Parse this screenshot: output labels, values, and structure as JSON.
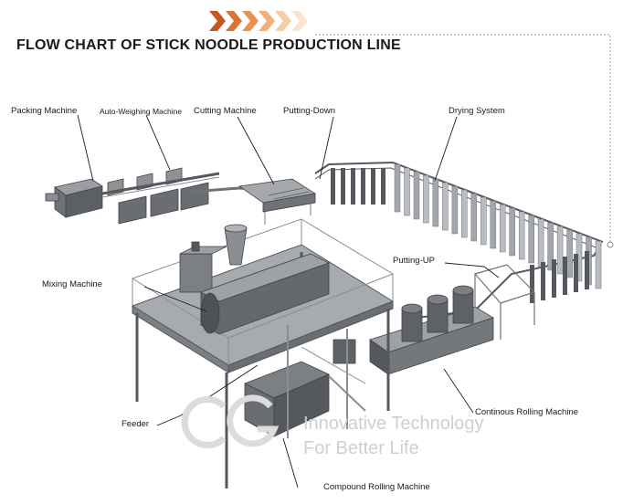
{
  "title": "FLOW CHART OF STICK NOODLE PRODUCTION LINE",
  "labels": {
    "packing": "Packing Machine",
    "weighing": "Auto-Weighing Machine",
    "cutting": "Cutting Machine",
    "putting_down": "Putting-Down",
    "drying": "Drying System",
    "putting_up": "Putting-UP",
    "mixing": "Mixing Machine",
    "feeder": "Feeder",
    "continuous_rolling": "Continous Rolling Machine",
    "compound_rolling": "Compound Rolling Machine"
  },
  "watermark": {
    "line1": "Innovative Technology",
    "line2": "For Better Life"
  },
  "colors": {
    "arrows": [
      "#c8571e",
      "#dd7333",
      "#ea9152",
      "#f2b078",
      "#f7cda5",
      "#fbe4cf"
    ],
    "machine": "#6f7378",
    "frame": "#8a8d91",
    "text": "#1a1a1a",
    "watermark": "#cfcfcf"
  }
}
